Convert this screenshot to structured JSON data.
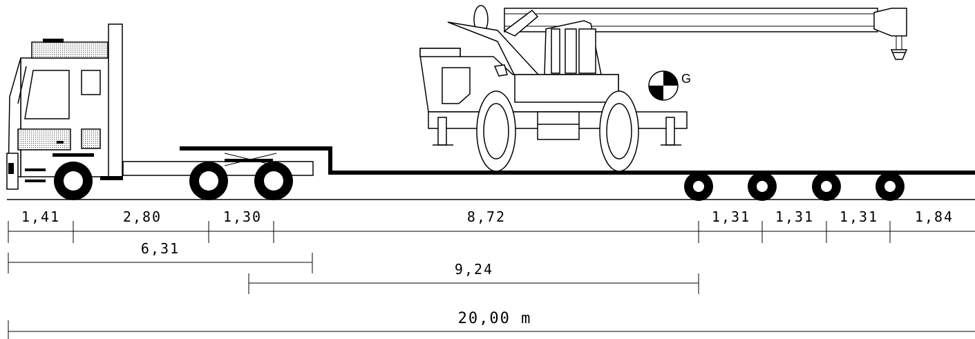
{
  "center_of_gravity_label": "G",
  "segments": [
    {
      "label": "1,41"
    },
    {
      "label": "2,80"
    },
    {
      "label": "1,30"
    },
    {
      "label": "8,72"
    },
    {
      "label": "1,31"
    },
    {
      "label": "1,31"
    },
    {
      "label": "1,31"
    },
    {
      "label": "1,84"
    }
  ],
  "spans": [
    {
      "label": "6,31"
    },
    {
      "label": "9,24"
    },
    {
      "label": "20,00 m"
    }
  ]
}
